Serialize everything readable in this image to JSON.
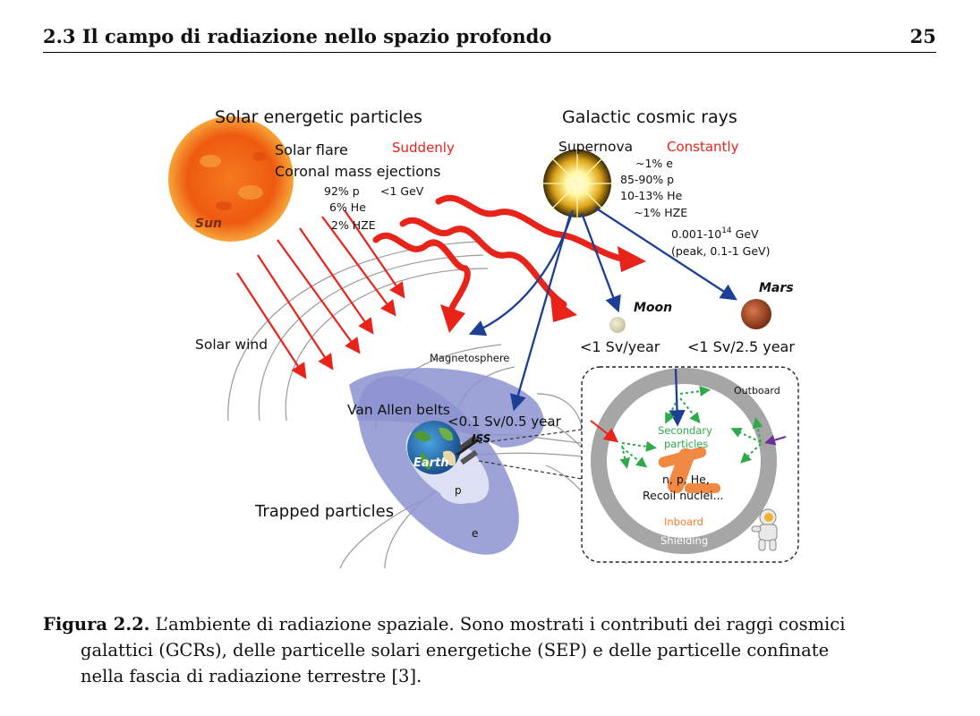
{
  "header": {
    "section_title": "2.3 Il campo di radiazione nello spazio profondo",
    "page_number": "25"
  },
  "figure": {
    "sep_title": "Solar energetic particles",
    "gcr_title": "Galactic cosmic rays",
    "solar_flare": "Solar flare",
    "cme": "Coronal mass ejections",
    "suddenly": "Suddenly",
    "sep_comp": [
      "92% p",
      "6% He",
      "2% HZE"
    ],
    "sep_energy": "<1 GeV",
    "sun_label": "Sun",
    "supernova": "Supernova",
    "constantly": "Constantly",
    "gcr_comp": [
      "~1% e",
      "85-90% p",
      "10-13% He",
      "~1% HZE"
    ],
    "gcr_energy_base": "0.001-10",
    "gcr_energy_exp": "14",
    "gcr_energy_unit": " GeV",
    "gcr_peak": "(peak, 0.1-1 GeV)",
    "moon_label": "Moon",
    "mars_label": "Mars",
    "moon_dose": "<1 Sv/year",
    "mars_dose": "<1 Sv/2.5 year",
    "solar_wind": "Solar wind",
    "magnetosphere": "Magnetosphere",
    "van_allen": "Van Allen belts",
    "iss_dose": "<0.1 Sv/0.5 year",
    "iss": "ISS",
    "earth": "Earth",
    "p": "p",
    "e": "e",
    "trapped": "Trapped particles",
    "outboard": "Outboard",
    "secondary_1": "Secondary",
    "secondary_2": "particles",
    "nuclei_1": "n, p, He,",
    "nuclei_2": "Recoil nuclei...",
    "inboard": "Inboard",
    "shielding": "Shielding"
  },
  "caption": {
    "label": "Figura 2.2.",
    "text_1": " L’ambiente di radiazione spaziale. Sono mostrati i contributi dei raggi cosmici",
    "text_2": "galattici (GCRs), delle particelle solari energetiche (SEP) e delle particelle confinate",
    "text_3": "nella fascia di radiazione terrestre [3]."
  },
  "colors": {
    "red": "#e8231a",
    "blue": "#1b3f95",
    "green": "#2eaa4a",
    "orange": "#f07d2e",
    "belt": "#8c93cf"
  }
}
